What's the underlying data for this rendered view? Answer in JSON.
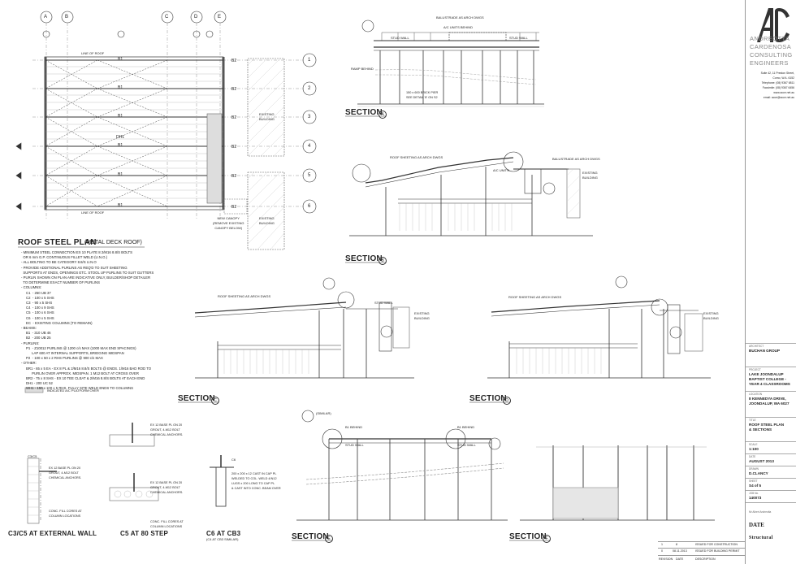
{
  "grid": {
    "top_letters": [
      "A",
      "B",
      "C",
      "D",
      "E"
    ],
    "right_numbers": [
      "1",
      "2",
      "3",
      "4",
      "5",
      "6"
    ]
  },
  "plan": {
    "title": "ROOF STEEL PLAN",
    "subtitle": "(METAL DECK ROOF)",
    "line_of_roof": "LINE OF ROOF",
    "new_canopy": "NEW CANOPY\n(REMOVE EXISTING\nCANOPY BELOW)",
    "existing_building": "EXISTING\nBUILDING",
    "member_b1": "B1",
    "member_b2": "B2",
    "member_dh1": "DH1",
    "notes": "- MINIMUM STEEL CONNECTION EX 10 PLATE 8 2/M16 8.8/S BOLTS\n  OR 6 mm G.P. CONTINUOUS FILLET WELD (U.N.O.)\n- ALL BOLTING TO BE CATEGORY 8.8/S U.N.O\n- PROVIDE ADDITIONAL PURLINS AS REQ'D TO SUIT SHEETING\n  SUPPORTS AT ENDS, OPENINGS ETC. STOOL UP PURLINS TO SUIT GUTTERS\n- PURLIN SHOWN ON PLAN ARE INDICATIVE ONLY, BUILDER/SHOP DETAILER\n  TO DETERMINE EXACT NUMBER OF PURLINS\n- COLUMNS:\n     C1  - 250 UB 37\n     C2  - 100 x 5 SHS\n     C3  - 90 x 5 SHS\n     C4  - 100 x 9 SHS\n     C5  - 100 x 6 SHS\n     C6  - 100 x 5 SHS\n     EC  - EXISTING COLUMNS (TO REMAIN)\n- BEAMS:\n     B1  - 310 UB 46\n     B2  - 200 UB 25\n- PURLINS:\n     P1  - Z10012 PURLINS @ 1200 c/s MAX (1000 MAX END SPACINGS)\n           LAP 600 AT INTERNAL SUPPORTS, BRIDGING MIDSPAN\n     P2  - 100 x 50 x 2 RHS PURLINS @ 900 c/s MAX\n- OTHER:\n     BR1 - 65 x 5 EA - EX 8 PL & 2/M16 8.8/S BOLTS @ ENDS. 1/M16 BAD ROD TO\n           PURLIN OVER APPROX. MIDSPAN. 1 M12 BOLT AT CROSS OVER\n     BR2 - 75 x 8 SHS - EX 10 TEE CLEAT & 2/M16 8.8/S BOLTS AT EACH END\n     DH1 - 200 UC 52\n     WH1 - 150 x 100 x 5 RHS. FULLY SITE WELD ENDS TO COLUMNS",
    "legend": "INDICATED A/C PLATFORM OVER"
  },
  "sections": {
    "a": {
      "label": "SECTION",
      "tag": "A",
      "notes": [
        "BALUSTRADE AS ARCH DWGS",
        "A/C UNITS BEHIND",
        "STUD WALL",
        "STUD WALL",
        "RAMP BEHIND",
        "150 x 600 BRICK PIER\nSEE DETAIL '8' ON S2"
      ]
    },
    "b": {
      "label": "SECTION",
      "tag": "B",
      "notes": [
        "ROOF SHEETING AS ARCH DWGS",
        "BALUSTRADE AS ARCH DWGS",
        "A/C UNITS",
        "EXISTING\nBUILDING"
      ]
    },
    "c": {
      "label": "SECTION",
      "tag": "C",
      "notes": [
        "ROOF SHEETING AS ARCH DWGS",
        "STUD WALL",
        "EXISTING\nBUILDING"
      ]
    },
    "d": {
      "label": "SECTION",
      "tag": "D",
      "notes": [
        "ROOF SHEETING AS ARCH DWGS",
        "EXISTING\nBUILDING"
      ]
    },
    "e": {
      "label": "SECTION",
      "tag": "E",
      "notes": [
        "B1 BEHIND",
        "STUD WALL",
        "(SIMILAR)",
        "B1 BEHIND",
        "STUD WALL"
      ]
    },
    "f": {
      "label": "SECTION",
      "tag": "F"
    }
  },
  "details": {
    "c3c5": {
      "title": "C3/C5 AT EXTERNAL WALL",
      "notes": [
        "C3/C5",
        "EX 12 BASE PL ON 20\nGROUT, 4-M12 BOLT\nCHEMICAL ANCHORS.",
        "CONC. FILL CORES AT\nCOLUMN LOCATIONS"
      ]
    },
    "c5": {
      "title": "C5 AT 80 STEP",
      "notes": [
        "EX 12 BASE PL ON 20\nGROUT, 4-M12 BOLT\nCHEMICAL ANCHORS.",
        "EX 12 BASE PL ON 20\nGROUT, 4-M12 BOLT\nCHEMICAL ANCHORS.",
        "CONC. FILL CORES AT\nCOLUMN LOCATIONS"
      ]
    },
    "c6": {
      "title": "C6 AT CB3",
      "subtitle": "(C4 AT CB3 SIMILAR)",
      "notes": [
        "C6",
        "200 x 200 x 12 CAST IN CAP PL\nWELDED TO COL. WELD 4/N12\nLUGS x 200 LONG TO CAP PL\n& CAST INTO CONC. BEAM OVER"
      ]
    }
  },
  "title_block": {
    "company": [
      "ANDREOTTA",
      "CARDENOSA",
      "CONSULTING",
      "ENGINEERS"
    ],
    "address": [
      "Suite 42, 11 Preston Street,",
      "Como, W.A. 6152",
      "Telephone: (08) 9367 6811",
      "Facsimile: (08) 9367 6456",
      "www.acce.net.au",
      "email: acce@acce.net.au"
    ],
    "architect_label": "ARCHITECT",
    "architect": "BUCHAN GROUP",
    "project_label": "PROJECT",
    "project": [
      "LAKE JOONDALUP",
      "BAPTIST COLLEGE -",
      "YEAR 4 CLASSROOMS"
    ],
    "location_label": "LOCATION",
    "location": [
      "8 KENNEDYA DRIVE,",
      "JOONDALUP, WA 6027"
    ],
    "title_label": "TITLE",
    "title": [
      "ROOF STEEL PLAN",
      "& SECTIONS"
    ],
    "scale_label": "SCALE",
    "scale": "1:100",
    "date_label": "DATE",
    "date": "AUGUST 2013",
    "drawn_label": "DRAWN",
    "drawn": "D.CLANCY",
    "sheet_label": "SHEET",
    "sheet": "S4 of 5",
    "job_label": "JOB No.",
    "job": "140073",
    "engineer": "Mr Albert Andreotta",
    "stamp": "DATE",
    "registration": "Structural",
    "revisions": [
      {
        "rev": "1",
        "date": "8",
        "desc": "ISSUED FOR CONSTRUCTION"
      },
      {
        "rev": "0",
        "date": "08.11.2013",
        "desc": "ISSUED FOR BUILDING PERMIT"
      }
    ],
    "rev_headers": [
      "REVISION",
      "DATE",
      "DESCRIPTION"
    ]
  }
}
